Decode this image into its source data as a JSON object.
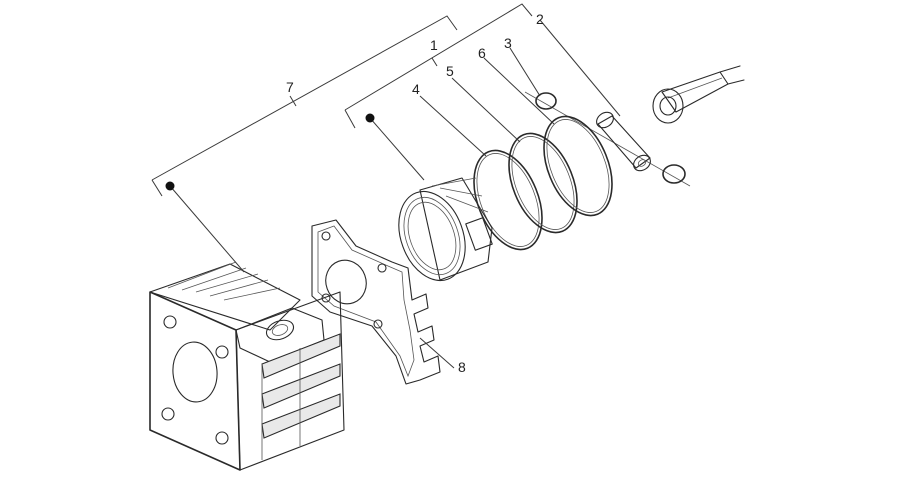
{
  "callouts": [
    {
      "id": "1",
      "label": "1"
    },
    {
      "id": "2",
      "label": "2"
    },
    {
      "id": "3",
      "label": "3"
    },
    {
      "id": "4",
      "label": "4"
    },
    {
      "id": "5",
      "label": "5"
    },
    {
      "id": "6",
      "label": "6"
    },
    {
      "id": "7",
      "label": "7"
    },
    {
      "id": "8",
      "label": "8"
    }
  ],
  "parts": [
    {
      "callout": "7",
      "icon": "cylinder-block-icon"
    },
    {
      "callout": "8",
      "icon": "base-gasket-icon"
    },
    {
      "callout": "1",
      "icon": "piston-icon"
    },
    {
      "callout": "4",
      "icon": "piston-ring-icon"
    },
    {
      "callout": "5",
      "icon": "piston-ring-icon"
    },
    {
      "callout": "6",
      "icon": "piston-ring-icon"
    },
    {
      "callout": "2",
      "icon": "piston-pin-icon"
    },
    {
      "callout": "3",
      "icon": "circlip-icon"
    }
  ],
  "style": {
    "line_color": "#2a2a2a",
    "background": "#ffffff"
  }
}
